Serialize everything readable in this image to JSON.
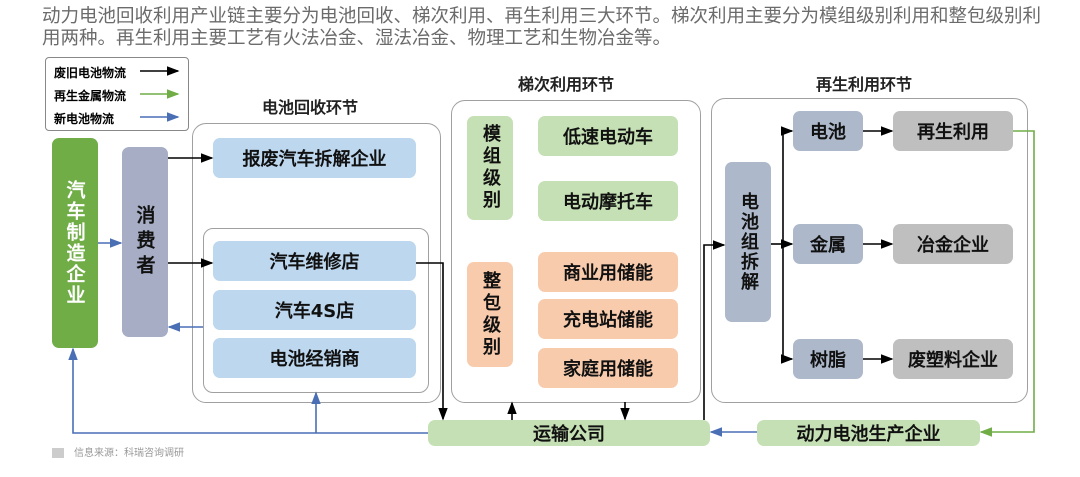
{
  "title": "动力电池回收利用产业链主要分为电池回收、梯次利用、再生利用三大环节。梯次利用主要分为模组级别利用和整包级别利用两种。再生利用主要工艺有火法冶金、湿法冶金、物理工艺和生物冶金等。",
  "legend": [
    {
      "label": "废旧电池物流",
      "color": "#000000"
    },
    {
      "label": "再生金属物流",
      "color": "#70ad47"
    },
    {
      "label": "新电池物流",
      "color": "#4a6fb5"
    }
  ],
  "manufacturer": "汽车制造企业",
  "consumer": "消费者",
  "recycling": {
    "title": "电池回收环节",
    "dismantler": "报废汽车拆解企业",
    "items": [
      "汽车维修店",
      "汽车4S店",
      "电池经销商"
    ]
  },
  "cascade": {
    "title": "梯次利用环节",
    "module_label": "模组级别",
    "module_items": [
      "低速电动车",
      "电动摩托车"
    ],
    "pack_label": "整包级别",
    "pack_items": [
      "商业用储能",
      "充电站储能",
      "家庭用储能"
    ]
  },
  "regen": {
    "title": "再生利用环节",
    "disassembly": "电池组拆解",
    "materials": [
      "电池",
      "金属",
      "树脂"
    ],
    "outputs": [
      "再生利用",
      "冶金企业",
      "废塑料企业"
    ]
  },
  "transport": "运输公司",
  "producer": "动力电池生产企业",
  "source": "信息来源：科瑞咨询调研"
}
